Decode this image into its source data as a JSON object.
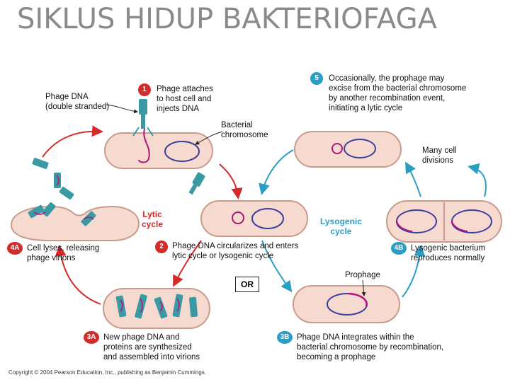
{
  "title": "SIKLUS HIDUP BAKTERIOFAGA",
  "copyright": "Copyright © 2004 Pearson Education, Inc., publishing as Benjamin Cummings.",
  "labels": {
    "phage_dna": [
      "Phage DNA",
      "(double stranded)"
    ],
    "bacterial_chromosome": [
      "Bacterial",
      "chromosome"
    ],
    "prophage": "Prophage",
    "many_cell_divisions": [
      "Many cell",
      "divisions"
    ],
    "lytic_cycle": [
      "Lytic",
      "cycle"
    ],
    "lysogenic_cycle": [
      "Lysogenic",
      "cycle"
    ],
    "or": "OR"
  },
  "steps": [
    {
      "badge": "1",
      "lines": [
        "Phage attaches",
        "to host cell and",
        "injects DNA"
      ]
    },
    {
      "badge": "2",
      "lines": [
        "Phage DNA circularizes and enters",
        "lytic cycle or lysogenic cycle"
      ]
    },
    {
      "badge": "3A",
      "lines": [
        "New phage DNA and",
        "proteins are synthesized",
        "and assembled into virions"
      ]
    },
    {
      "badge": "4A",
      "lines": [
        "Cell lyses, releasing",
        "phage virions"
      ]
    },
    {
      "badge": "3B",
      "lines": [
        "Phage DNA integrates within the",
        "bacterial chromosome by recombination,",
        "becoming a prophage"
      ]
    },
    {
      "badge": "4B",
      "lines": [
        "Lysogenic bacterium",
        "reproduces normally"
      ]
    },
    {
      "badge": "5",
      "lines": [
        "Occasionally, the prophage may",
        "excise from the bacterial chromosome",
        "by another recombination event,",
        "initiating a lytic cycle"
      ]
    }
  ],
  "colors": {
    "title": "#8a8a8a",
    "lytic": "#d42a2a",
    "lysogenic": "#2a9ec4",
    "cell_fill": "#f6d9cf",
    "cell_stroke": "#c89b8d",
    "chromosome": "#3a3f9a",
    "phage_dna": "#b0157a",
    "phage": "#3a9aa3"
  }
}
